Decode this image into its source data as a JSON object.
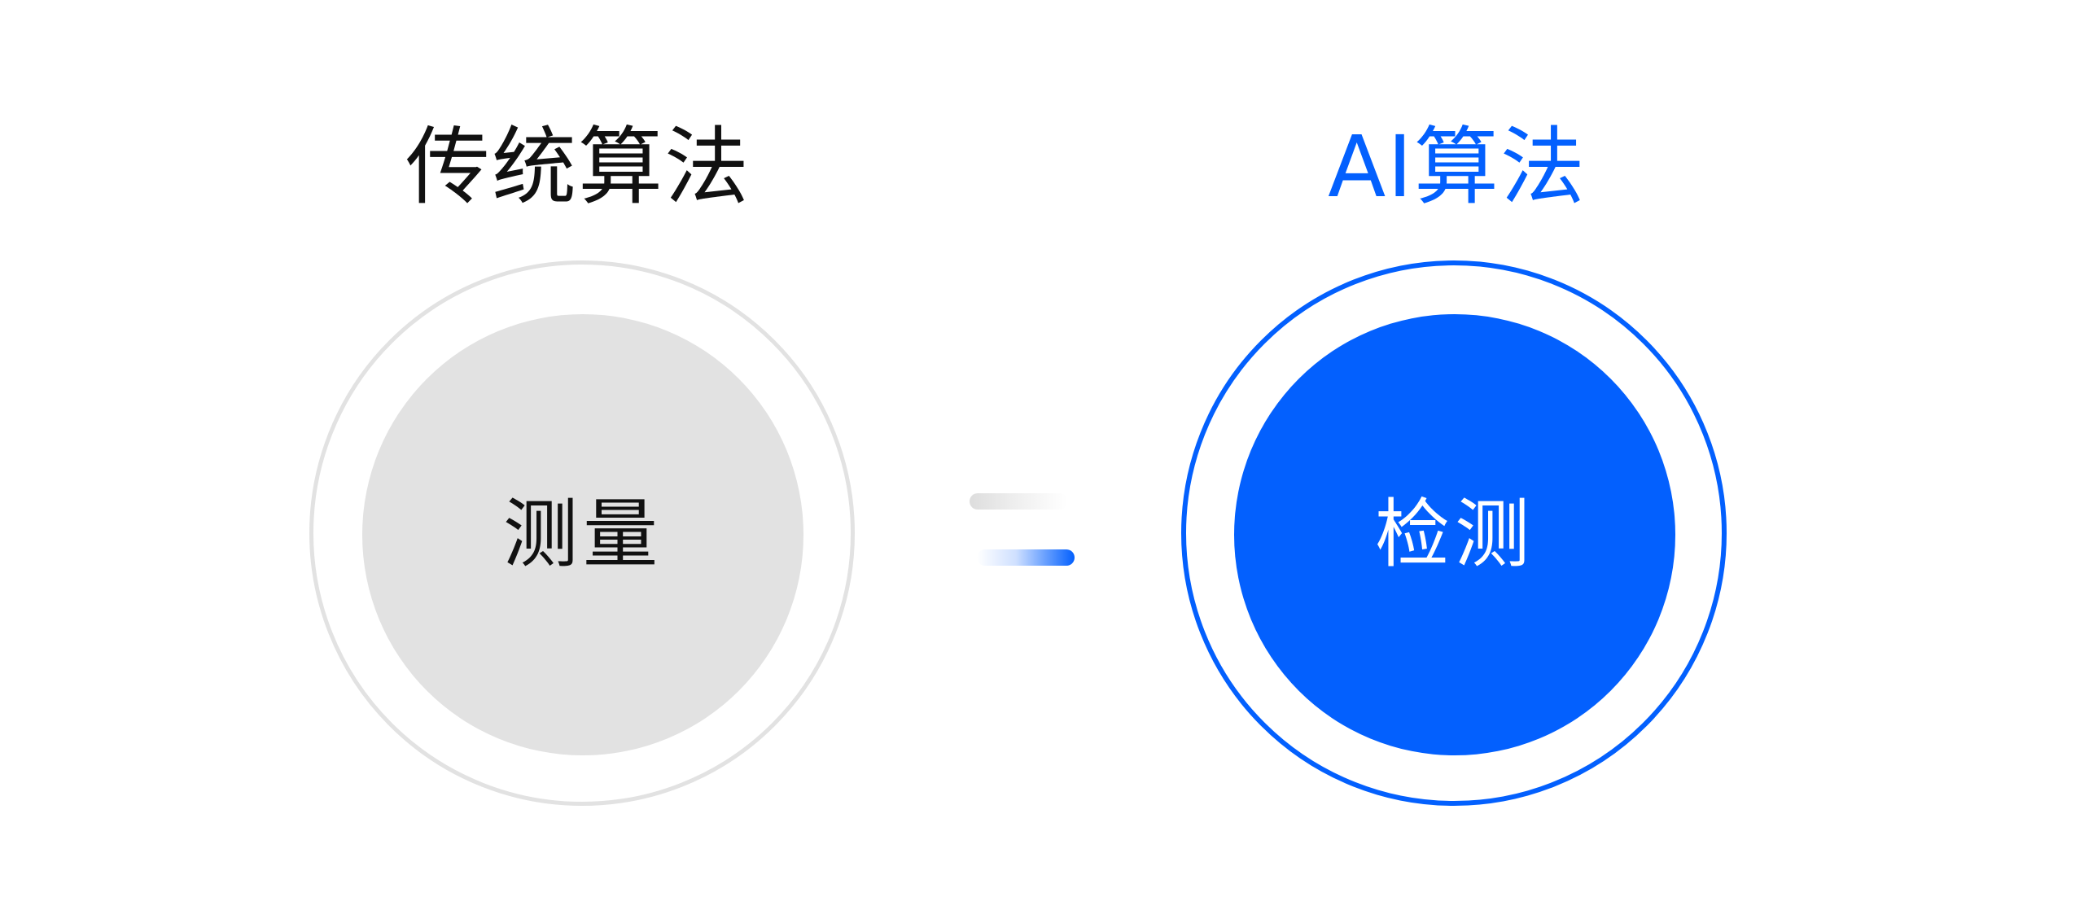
{
  "colors": {
    "accent": "#0360fe",
    "neutral": "#e2e2e2",
    "left_title": "#111111",
    "right_label": "#ffffff"
  },
  "left_panel": {
    "title": "传统算法",
    "disc_label": "测量"
  },
  "right_panel": {
    "title": "AI算法",
    "disc_label": "检测"
  },
  "transition": {
    "icon": "exchange-arrows-icon"
  }
}
